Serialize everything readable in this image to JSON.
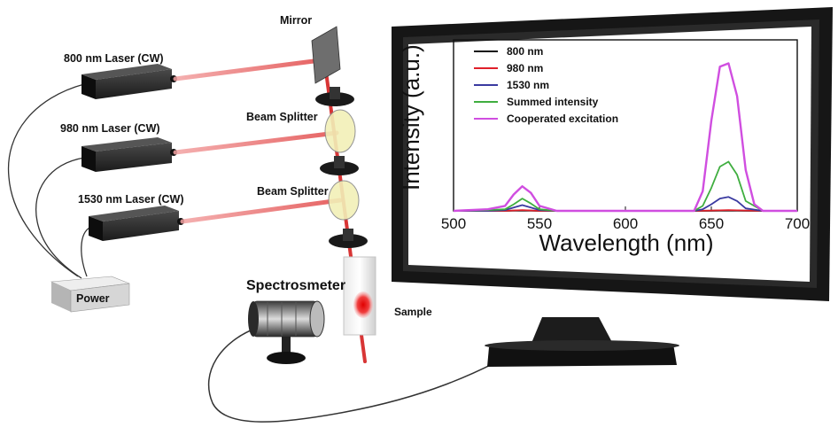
{
  "labels": {
    "laser_800": "800 nm Laser (CW)",
    "laser_980": "980 nm Laser (CW)",
    "laser_1530": "1530 nm Laser (CW)",
    "mirror": "Mirror",
    "beam_splitter_1": "Beam Splitter",
    "beam_splitter_2": "Beam Splitter",
    "power": "Power",
    "spectrometer": "Spectrosmeter",
    "sample": "Sample"
  },
  "chart_data": {
    "type": "line",
    "xlabel": "Wavelength (nm)",
    "ylabel": "Intensity (a.u.)",
    "xlim": [
      500,
      700
    ],
    "ylim": [
      0,
      1
    ],
    "xticks": [
      "500",
      "550",
      "600",
      "650",
      "700"
    ],
    "legend_position": "top-left",
    "series": [
      {
        "name": "800 nm",
        "color": "#111111",
        "x": [
          500,
          520,
          530,
          540,
          550,
          560,
          640,
          650,
          660,
          670,
          680,
          700
        ],
        "y": [
          0,
          0,
          0,
          0.003,
          0,
          0,
          0,
          0.001,
          0.003,
          0.001,
          0,
          0
        ]
      },
      {
        "name": "980 nm",
        "color": "#e0202a",
        "x": [
          500,
          520,
          530,
          540,
          550,
          560,
          640,
          650,
          660,
          670,
          680,
          700
        ],
        "y": [
          0,
          0,
          0,
          0.005,
          0,
          0,
          0,
          0.002,
          0.005,
          0.002,
          0,
          0
        ]
      },
      {
        "name": "1530 nm",
        "color": "#3a3aa0",
        "x": [
          500,
          520,
          530,
          535,
          540,
          545,
          550,
          560,
          640,
          645,
          650,
          655,
          660,
          665,
          670,
          680,
          700
        ],
        "y": [
          0,
          0,
          0.005,
          0.02,
          0.035,
          0.02,
          0.005,
          0,
          0,
          0.01,
          0.04,
          0.075,
          0.085,
          0.06,
          0.015,
          0,
          0
        ]
      },
      {
        "name": "Summed intensity",
        "color": "#3fae3f",
        "x": [
          500,
          520,
          530,
          535,
          540,
          545,
          550,
          560,
          640,
          645,
          650,
          655,
          660,
          665,
          670,
          680,
          700
        ],
        "y": [
          0,
          0.005,
          0.01,
          0.04,
          0.075,
          0.045,
          0.01,
          0,
          0,
          0.03,
          0.14,
          0.27,
          0.3,
          0.22,
          0.06,
          0,
          0
        ]
      },
      {
        "name": "Cooperated excitation",
        "color": "#d04ee0",
        "x": [
          500,
          520,
          530,
          535,
          540,
          545,
          550,
          560,
          640,
          645,
          650,
          655,
          660,
          665,
          670,
          675,
          680,
          700
        ],
        "y": [
          0,
          0.01,
          0.03,
          0.1,
          0.15,
          0.11,
          0.03,
          0,
          0,
          0.12,
          0.55,
          0.88,
          0.9,
          0.7,
          0.25,
          0.04,
          0,
          0
        ]
      }
    ]
  }
}
